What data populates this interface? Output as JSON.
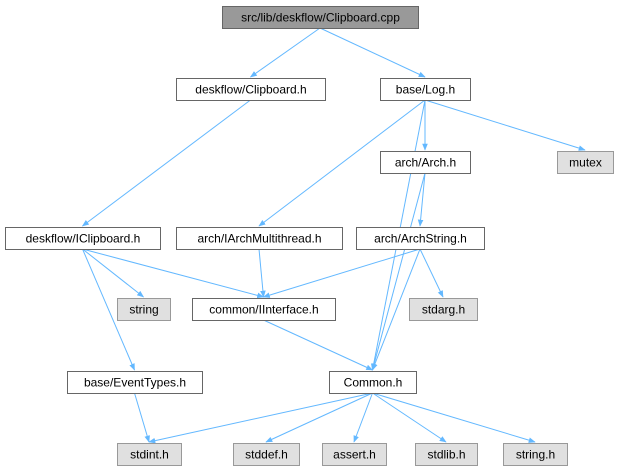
{
  "colors": {
    "edge": "#63b8ff",
    "root_fill": "#999999",
    "local_fill": "#ffffff",
    "system_fill": "#e0e0e0",
    "border": "#666666",
    "system_border": "#999999"
  },
  "nodes": [
    {
      "id": "clipboard_cpp",
      "label": "src/lib/deskflow/Clipboard.cpp",
      "kind": "root"
    },
    {
      "id": "deskflow_clipboard_h",
      "label": "deskflow/Clipboard.h",
      "kind": "local"
    },
    {
      "id": "base_log_h",
      "label": "base/Log.h",
      "kind": "local"
    },
    {
      "id": "mutex",
      "label": "mutex",
      "kind": "system"
    },
    {
      "id": "arch_arch_h",
      "label": "arch/Arch.h",
      "kind": "local"
    },
    {
      "id": "deskflow_iclipboard_h",
      "label": "deskflow/IClipboard.h",
      "kind": "local"
    },
    {
      "id": "arch_iarchmultithread_h",
      "label": "arch/IArchMultithread.h",
      "kind": "local"
    },
    {
      "id": "arch_archstring_h",
      "label": "arch/ArchString.h",
      "kind": "local"
    },
    {
      "id": "string",
      "label": "string",
      "kind": "system"
    },
    {
      "id": "common_iinterface_h",
      "label": "common/IInterface.h",
      "kind": "local"
    },
    {
      "id": "stdarg_h",
      "label": "stdarg.h",
      "kind": "system"
    },
    {
      "id": "base_eventtypes_h",
      "label": "base/EventTypes.h",
      "kind": "local"
    },
    {
      "id": "common_h",
      "label": "Common.h",
      "kind": "local"
    },
    {
      "id": "stdint_h",
      "label": "stdint.h",
      "kind": "system"
    },
    {
      "id": "stddef_h",
      "label": "stddef.h",
      "kind": "system"
    },
    {
      "id": "assert_h",
      "label": "assert.h",
      "kind": "system"
    },
    {
      "id": "stdlib_h",
      "label": "stdlib.h",
      "kind": "system"
    },
    {
      "id": "string_h",
      "label": "string.h",
      "kind": "system"
    }
  ],
  "edges": [
    [
      "clipboard_cpp",
      "deskflow_clipboard_h"
    ],
    [
      "clipboard_cpp",
      "base_log_h"
    ],
    [
      "deskflow_clipboard_h",
      "deskflow_iclipboard_h"
    ],
    [
      "base_log_h",
      "arch_iarchmultithread_h"
    ],
    [
      "base_log_h",
      "arch_arch_h"
    ],
    [
      "base_log_h",
      "mutex"
    ],
    [
      "base_log_h",
      "common_h"
    ],
    [
      "arch_arch_h",
      "arch_archstring_h"
    ],
    [
      "arch_arch_h",
      "common_h"
    ],
    [
      "deskflow_iclipboard_h",
      "string"
    ],
    [
      "deskflow_iclipboard_h",
      "common_iinterface_h"
    ],
    [
      "deskflow_iclipboard_h",
      "base_eventtypes_h"
    ],
    [
      "arch_iarchmultithread_h",
      "common_iinterface_h"
    ],
    [
      "arch_archstring_h",
      "common_iinterface_h"
    ],
    [
      "arch_archstring_h",
      "stdarg_h"
    ],
    [
      "arch_archstring_h",
      "common_h"
    ],
    [
      "common_iinterface_h",
      "common_h"
    ],
    [
      "base_eventtypes_h",
      "stdint_h"
    ],
    [
      "common_h",
      "stdint_h"
    ],
    [
      "common_h",
      "stddef_h"
    ],
    [
      "common_h",
      "assert_h"
    ],
    [
      "common_h",
      "stdlib_h"
    ],
    [
      "common_h",
      "string_h"
    ]
  ]
}
